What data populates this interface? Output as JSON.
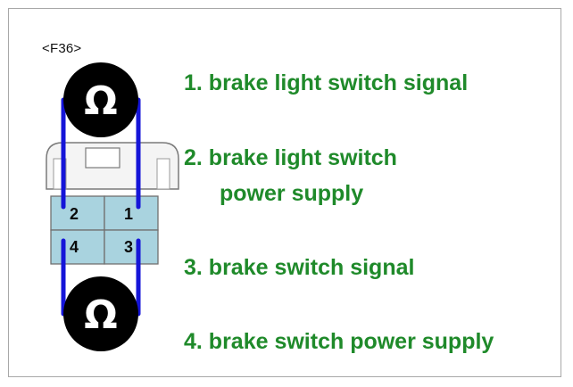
{
  "connector": {
    "id": "<F36>"
  },
  "meters": {
    "top_symbol": "Ω",
    "bottom_symbol": "Ω"
  },
  "pins": {
    "p1": "1",
    "p2": "2",
    "p3": "3",
    "p4": "4"
  },
  "legend": {
    "item1": "1. brake light switch signal",
    "item2_line1": "2. brake light switch",
    "item2_line2": "power supply",
    "item3": "3. brake switch signal",
    "item4": "4. brake switch power supply"
  },
  "colors": {
    "label_green": "#1f8a2a",
    "probe_blue": "#1515d8",
    "pin_fill": "#a9d3df",
    "meter_black": "#000000"
  }
}
